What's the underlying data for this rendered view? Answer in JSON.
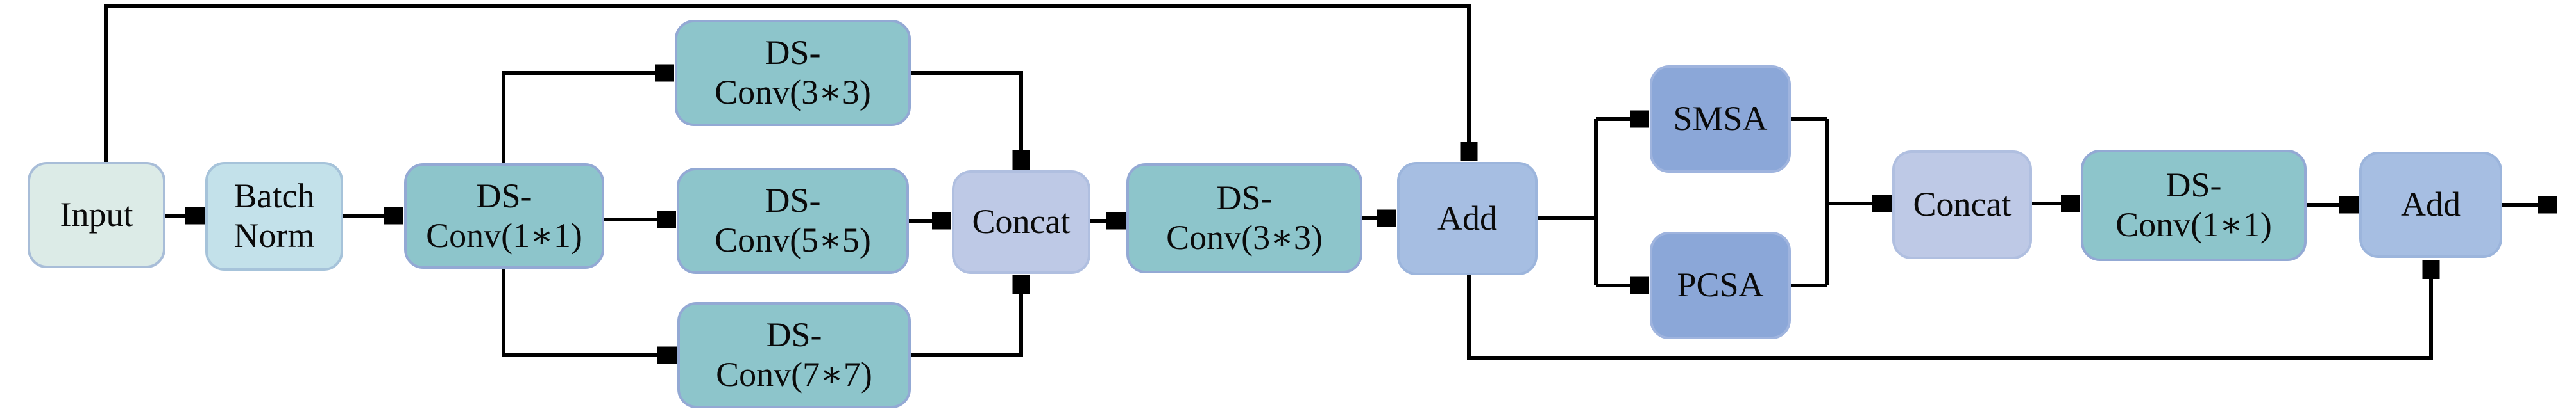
{
  "diagram": {
    "nodes": {
      "input": {
        "label": "Input"
      },
      "batch_norm": {
        "label": "Batch\nNorm"
      },
      "ds_conv_1x1_a": {
        "label": "DS-\nConv(1∗1)"
      },
      "ds_conv_3x3_a": {
        "label": "DS-\nConv(3∗3)"
      },
      "ds_conv_5x5": {
        "label": "DS-\nConv(5∗5)"
      },
      "ds_conv_7x7": {
        "label": "DS-\nConv(7∗7)"
      },
      "concat_1": {
        "label": "Concat"
      },
      "ds_conv_3x3_b": {
        "label": "DS-\nConv(3∗3)"
      },
      "add_1": {
        "label": "Add"
      },
      "smsa": {
        "label": "SMSA"
      },
      "pcsa": {
        "label": "PCSA"
      },
      "concat_2": {
        "label": "Concat"
      },
      "ds_conv_1x1_b": {
        "label": "DS-\nConv(1∗1)"
      },
      "add_2": {
        "label": "Add"
      }
    }
  },
  "colors": {
    "background": "#ffffff",
    "edge": "#000000",
    "node-input": "#dcebe7",
    "border-input": "#a8bdd8",
    "node-norm": "#c3e1ea",
    "border-norm": "#a6c3da",
    "node-conv": "#8dc5cb",
    "border-conv": "#93a9d4",
    "node-concat": "#bec9e6",
    "border-concat": "#b0bfe0",
    "node-add": "#a6bee2",
    "border-add": "#9cb5dc",
    "node-attn": "#8ba7d8",
    "border-attn": "#9fb4de"
  }
}
